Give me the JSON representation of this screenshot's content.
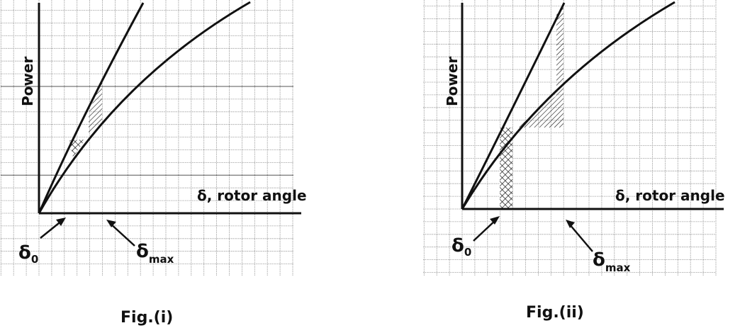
{
  "figures": [
    {
      "caption": "Fig.(i)",
      "y_axis_label": "Power",
      "x_axis_label": "δ, rotor angle",
      "delta0_symbol": "δ",
      "delta0_sub": "0",
      "deltamax_symbol": "δ",
      "deltamax_sub": "max"
    },
    {
      "caption": "Fig.(ii)",
      "y_axis_label": "Power",
      "x_axis_label": "δ, rotor angle",
      "delta0_symbol": "δ",
      "delta0_sub": "0",
      "deltamax_symbol": "δ",
      "deltamax_sub": "max"
    }
  ],
  "colors": {
    "ink": "#111111",
    "grid": "#9a9a9a",
    "grid_major": "#555555"
  }
}
